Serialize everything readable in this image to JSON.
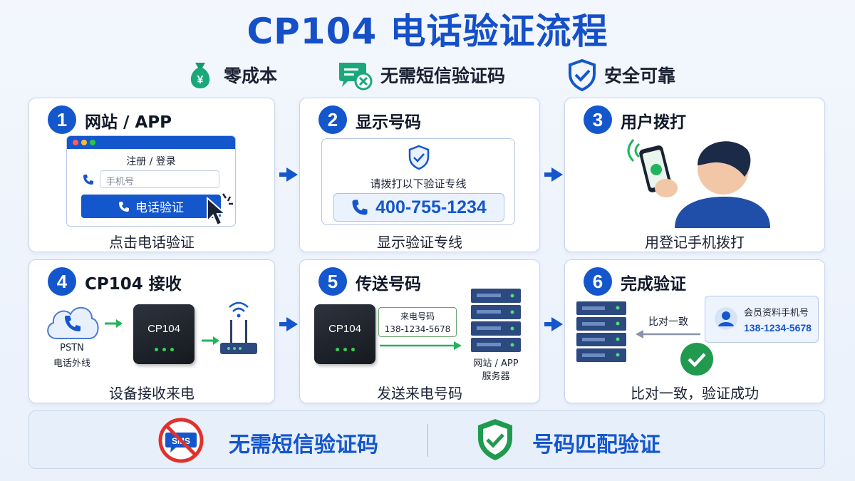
{
  "title": "CP104 电话验证流程",
  "features": [
    "零成本",
    "无需短信验证码",
    "安全可靠"
  ],
  "steps": [
    {
      "num": "1",
      "title": "网站 / APP",
      "caption": "点击电话验证",
      "browser": {
        "label": "注册 / 登录",
        "placeholder": "手机号",
        "button": "电话验证"
      }
    },
    {
      "num": "2",
      "title": "显示号码",
      "caption": "显示验证专线",
      "notice": "请拨打以下验证专线",
      "number": "400-755-1234"
    },
    {
      "num": "3",
      "title": "用户拨打",
      "caption": "用登记手机拨打"
    },
    {
      "num": "4",
      "title": "CP104 接收",
      "caption": "设备接收来电",
      "pstn_line1": "PSTN",
      "pstn_line2": "电话外线",
      "device": "CP104"
    },
    {
      "num": "5",
      "title": "传送号码",
      "caption": "发送来电号码",
      "device": "CP104",
      "caller_label": "来电号码",
      "caller_number": "138-1234-5678",
      "server_line1": "网站 / APP",
      "server_line2": "服务器"
    },
    {
      "num": "6",
      "title": "完成验证",
      "caption": "比对一致，验证成功",
      "compare": "比对一致",
      "member_label": "会员资料手机号",
      "member_number": "138-1234-5678"
    }
  ],
  "bottom": {
    "left": "无需短信验证码",
    "right": "号码匹配验证",
    "sms_icon_text": "SMS"
  },
  "colors": {
    "primary": "#1456cc",
    "green": "#1f9a4e",
    "dark": "#1b2233"
  }
}
